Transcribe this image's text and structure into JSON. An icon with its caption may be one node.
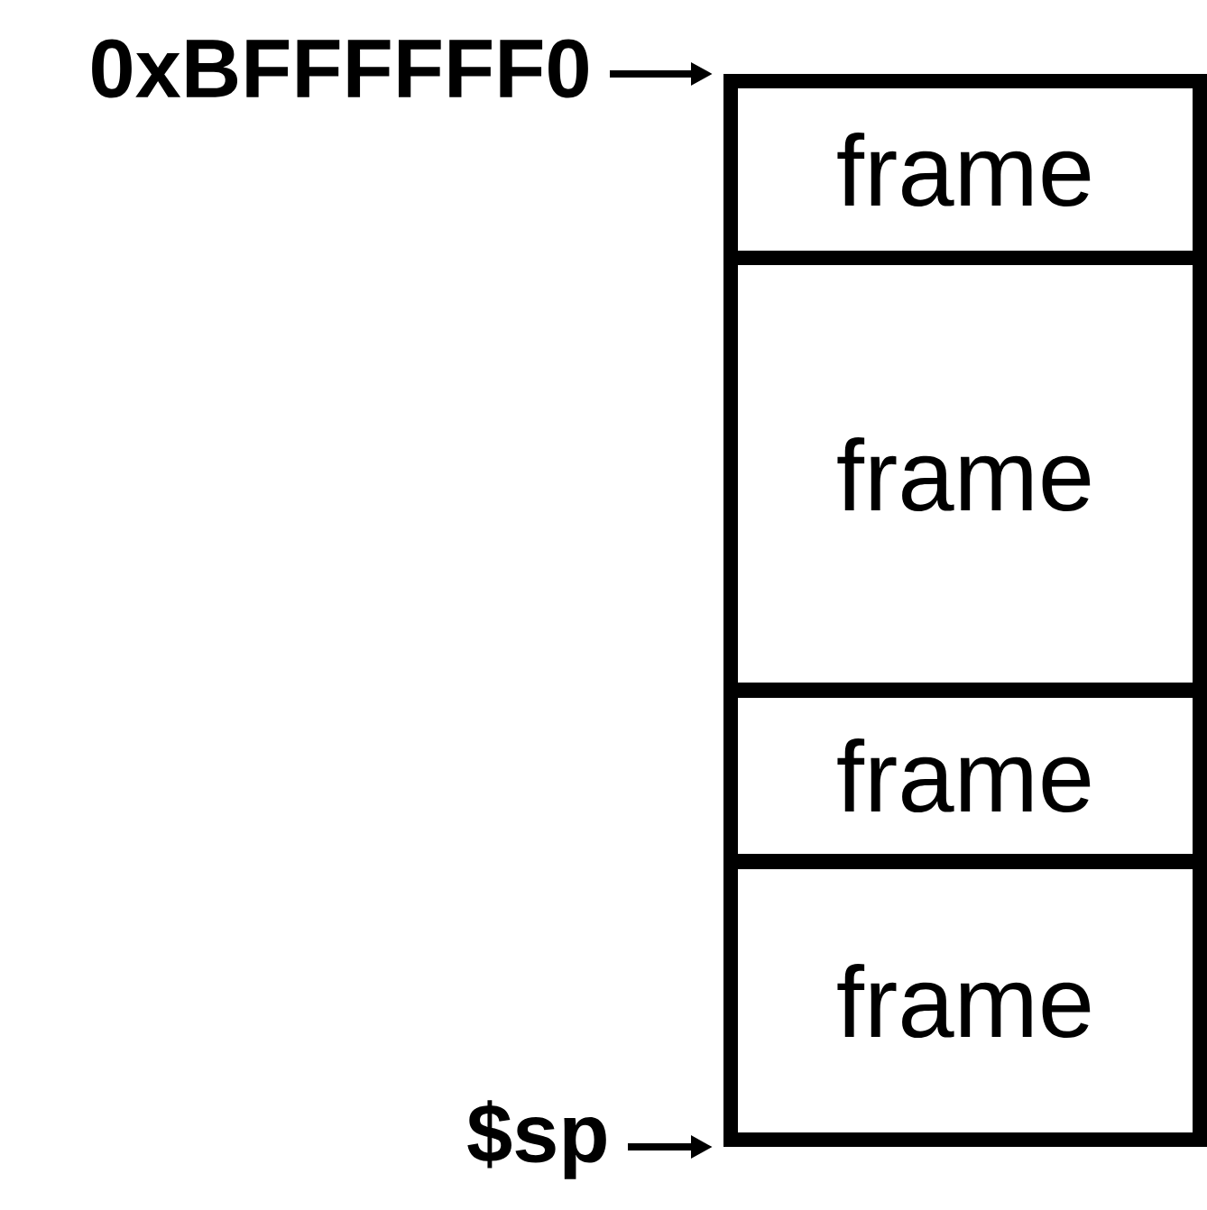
{
  "diagram": {
    "nodes": [
      {
        "text": [
          "frame"
        ]
      },
      {
        "text": [
          "frame"
        ]
      },
      {
        "text": [
          "frame"
        ]
      },
      {
        "text": [
          "frame"
        ]
      },
      {
        "text": [
          "0xBFFFFFF0"
        ]
      },
      {
        "text": [
          "$sp"
        ]
      }
    ],
    "edges": [
      {
        "from": 4,
        "to": 0,
        "arrow": "to"
      },
      {
        "from": 5,
        "to": 3,
        "arrow": "to"
      }
    ]
  }
}
